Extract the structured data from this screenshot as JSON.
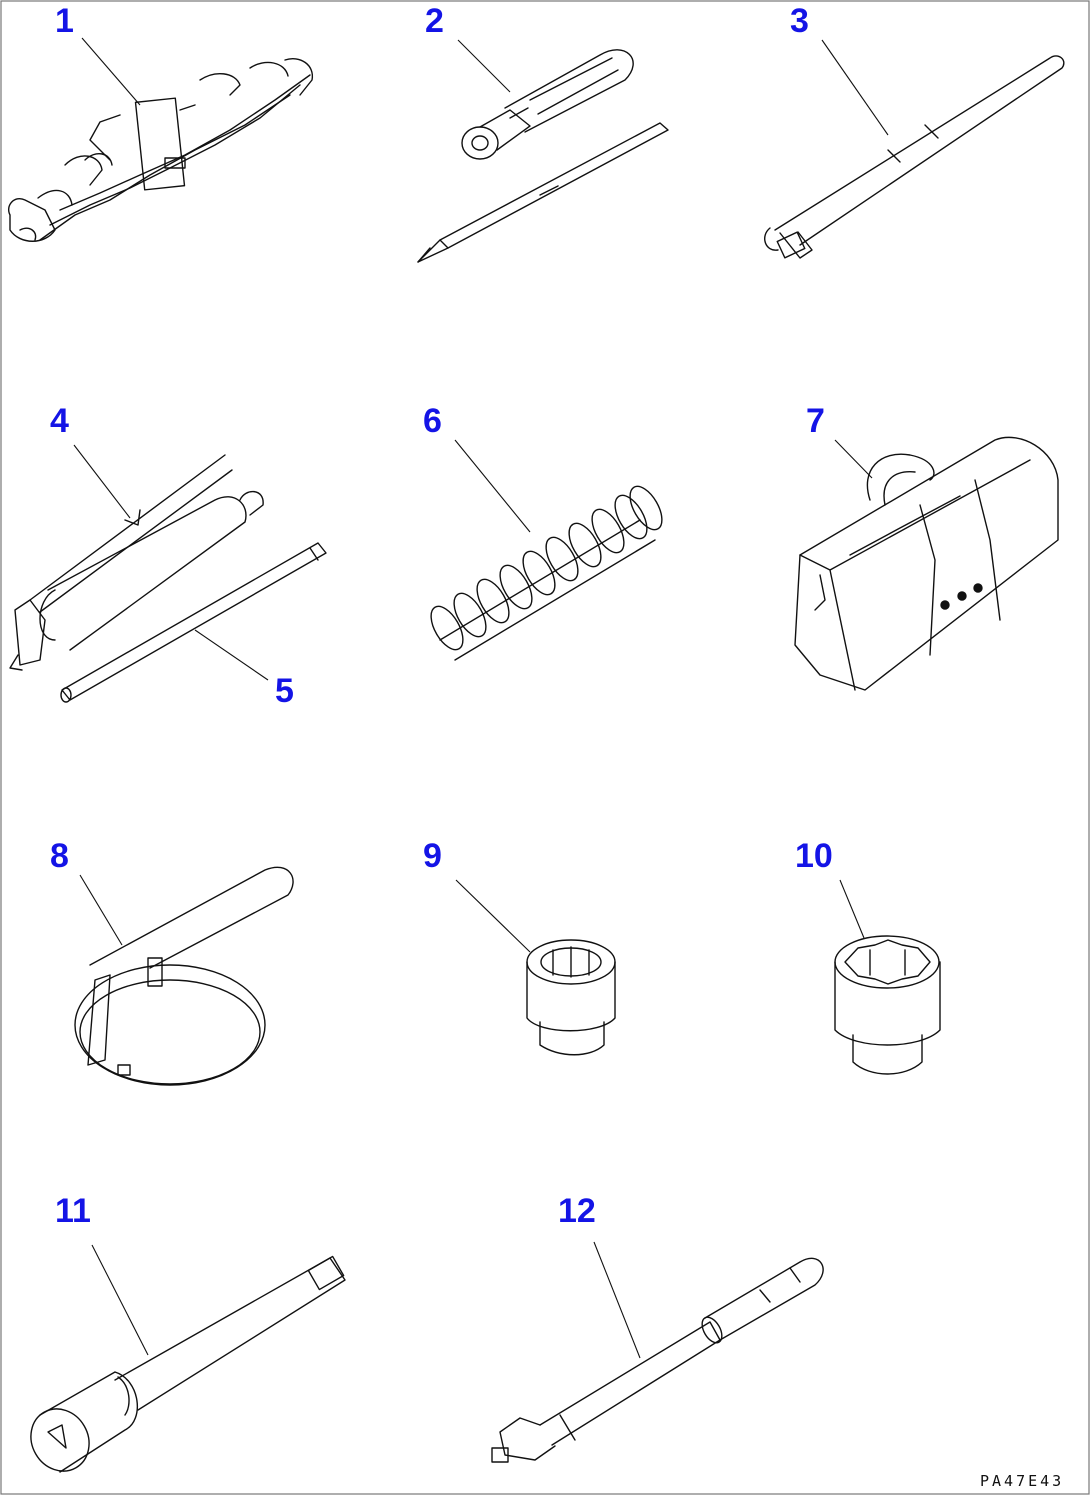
{
  "diagram": {
    "part_numbers": [
      "1",
      "2",
      "3",
      "4",
      "6",
      "7",
      "5",
      "8",
      "9",
      "10",
      "11",
      "12"
    ],
    "drawing_code": "PA47E43",
    "colors": {
      "callout": "#1414e6",
      "line": "#111111",
      "background": "#ffffff"
    },
    "icons": [
      "wrench-set-icon",
      "screwdriver-icon",
      "socket-wrench-handle-icon",
      "grease-gun-icon",
      "grease-pipe-icon",
      "spring-icon",
      "tool-bag-icon",
      "filter-wrench-icon",
      "socket-small-icon",
      "socket-large-icon",
      "box-wrench-icon",
      "extension-bar-icon"
    ]
  }
}
